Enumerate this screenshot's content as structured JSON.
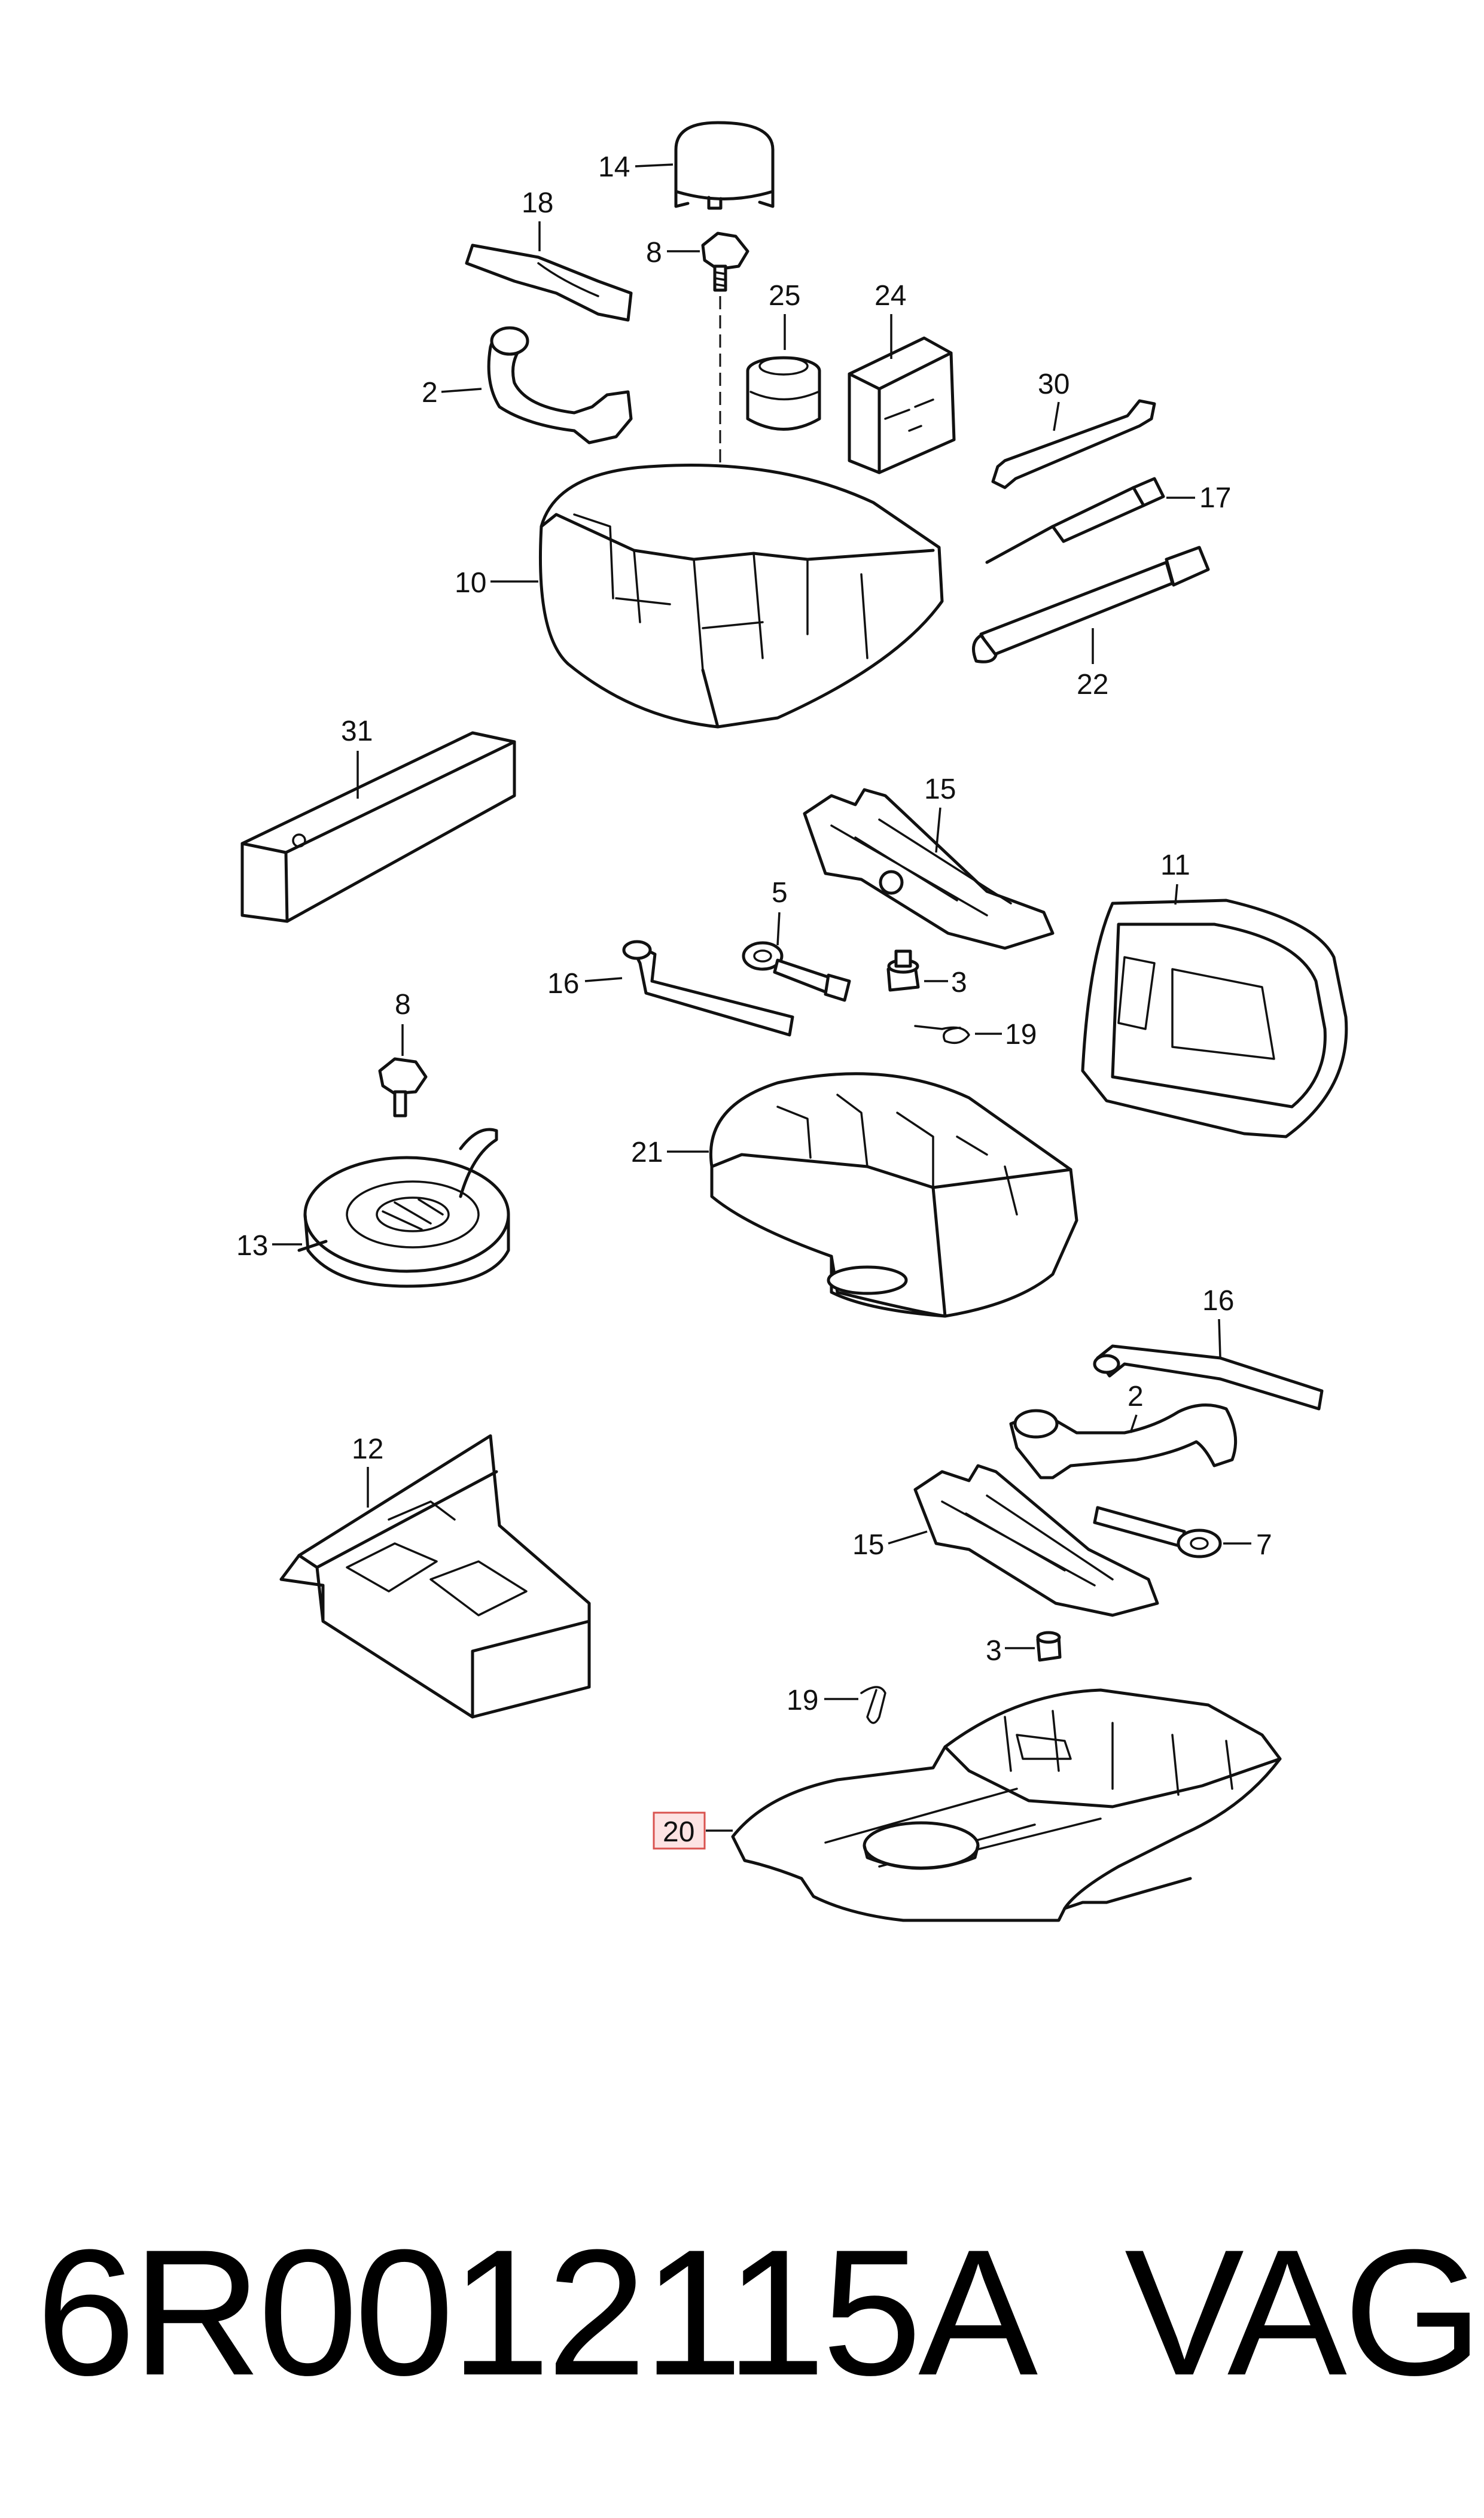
{
  "callouts": {
    "c2a": "2",
    "c2b": "2",
    "c3a": "3",
    "c3b": "3",
    "c5": "5",
    "c7": "7",
    "c8a": "8",
    "c8b": "8",
    "c10": "10",
    "c11": "11",
    "c12": "12",
    "c13": "13",
    "c14": "14",
    "c15a": "15",
    "c15b": "15",
    "c16a": "16",
    "c16b": "16",
    "c17": "17",
    "c18": "18",
    "c19a": "19",
    "c19b": "19",
    "c20": "20",
    "c21": "21",
    "c22": "22",
    "c24": "24",
    "c25": "25",
    "c30": "30",
    "c31": "31"
  },
  "highlighted_callout": "20",
  "footer": {
    "part_number": "6R0012115A",
    "brand": "VAG"
  },
  "colors": {
    "line": "#111111",
    "highlight_fill": "#fde3e3",
    "highlight_border": "#d9534f"
  }
}
